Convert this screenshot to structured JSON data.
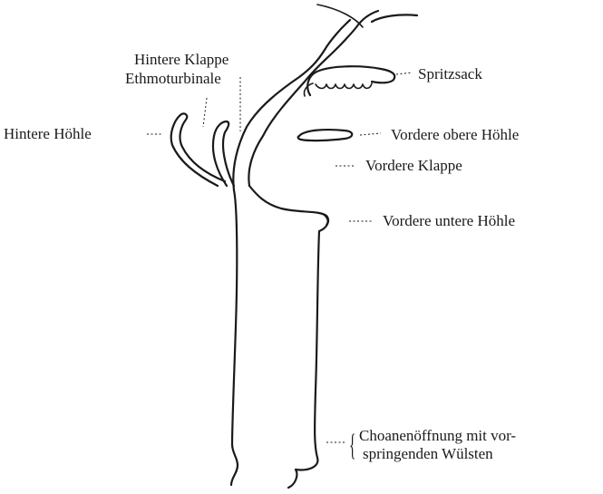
{
  "labels": {
    "hintere_klappe": "Hintere Klappe",
    "ethmoturbinale": "Ethmoturbinale",
    "hintere_hoehle": "Hintere Höhle",
    "spritzsack": "Spritzsack",
    "vordere_obere_hoehle": "Vordere obere Höhle",
    "vordere_klappe": "Vordere Klappe",
    "vordere_untere_hoehle": "Vordere untere Höhle",
    "choanen_line1": "Choanenöffnung mit vor-",
    "choanen_line2": "springenden Wülsten",
    "brace": "{"
  },
  "colors": {
    "ink": "#1a1a1a",
    "background": "#ffffff"
  }
}
